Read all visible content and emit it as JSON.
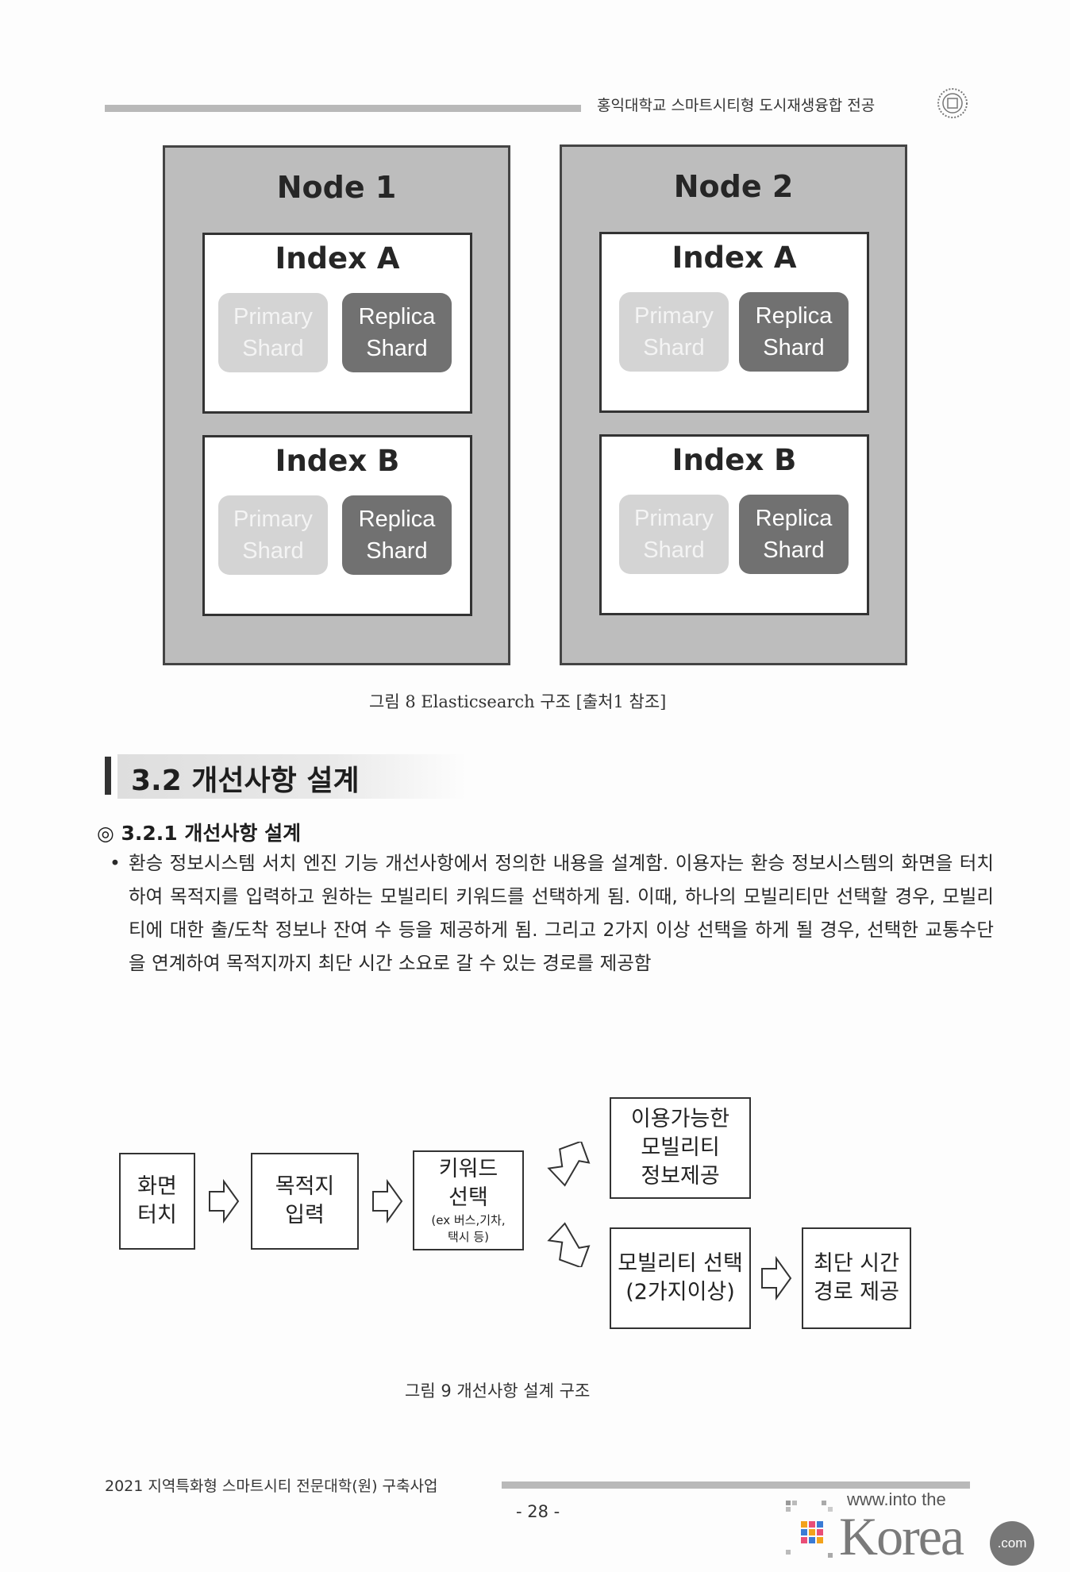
{
  "header": {
    "org": "홍익대학교 스마트시티형 도시재생융합 전공"
  },
  "figure8": {
    "nodes": [
      {
        "title": "Node 1",
        "indexes": [
          {
            "title": "Index A",
            "primary": [
              "Primary",
              "Shard"
            ],
            "replica": [
              "Replica",
              "Shard"
            ]
          },
          {
            "title": "Index B",
            "primary": [
              "Primary",
              "Shard"
            ],
            "replica": [
              "Replica",
              "Shard"
            ]
          }
        ]
      },
      {
        "title": "Node 2",
        "indexes": [
          {
            "title": "Index A",
            "primary": [
              "Primary",
              "Shard"
            ],
            "replica": [
              "Replica",
              "Shard"
            ]
          },
          {
            "title": "Index B",
            "primary": [
              "Primary",
              "Shard"
            ],
            "replica": [
              "Replica",
              "Shard"
            ]
          }
        ]
      }
    ],
    "caption": "그림 8 Elasticsearch 구조 [출처1 참조]"
  },
  "section": {
    "title": "3.2 개선사항 설계"
  },
  "subsection": {
    "title": "◎ 3.2.1 개선사항 설계"
  },
  "paragraph": {
    "bullet": "•",
    "text": "환승 정보시스템 서치 엔진 기능 개선사항에서 정의한 내용을 설계함. 이용자는 환승 정보시스템의 화면을 터치하여 목적지를 입력하고 원하는 모빌리티 키워드를 선택하게 됨. 이때, 하나의 모빌리티만 선택할 경우, 모빌리티에 대한 출/도착 정보나 잔여 수 등을 제공하게 됨. 그리고 2가지 이상 선택을 하게 될 경우, 선택한 교통수단을 연계하여 목적지까지 최단 시간 소요로 갈 수 있는 경로를 제공함"
  },
  "figure9": {
    "boxes": {
      "touch": [
        "화면",
        "터치"
      ],
      "destination": [
        "목적지",
        "입력"
      ],
      "keyword": [
        "키워드",
        "선택"
      ],
      "keyword_note": [
        "(ex 버스,기차,",
        "택시 등)"
      ],
      "single": [
        "이용가능한",
        "모빌리티",
        "정보제공"
      ],
      "multi": [
        "모빌리티 선택",
        "(2가지이상)"
      ],
      "route": [
        "최단 시간",
        "경로 제공"
      ]
    },
    "caption": "그림 9 개선사항 설계 구조"
  },
  "footer": {
    "project": "2021 지역특화형 스마트시티 전문대학(원) 구축사업",
    "page": "- 28 -",
    "logo_text": [
      "www.into the",
      "Korea",
      ".com"
    ]
  }
}
